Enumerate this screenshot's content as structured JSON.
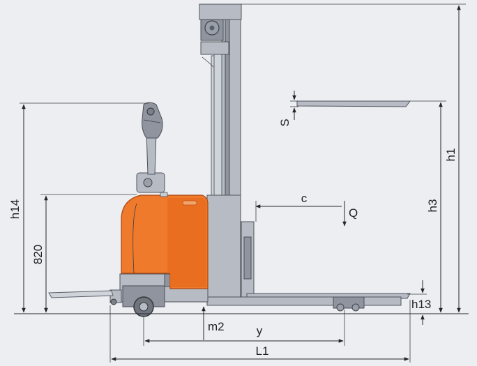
{
  "labels": {
    "h1": "h1",
    "h3": "h3",
    "h13": "h13",
    "h14": "h14",
    "s": "S",
    "c": "c",
    "q": "Q",
    "height_820": "820",
    "m2": "m2",
    "y": "y",
    "l1": "L1"
  },
  "colors": {
    "background": "#eceef1",
    "body_orange": "#f07a2c",
    "body_orange_dark": "#d9621a",
    "metal": "#b6bbc4",
    "line": "#23252b"
  }
}
